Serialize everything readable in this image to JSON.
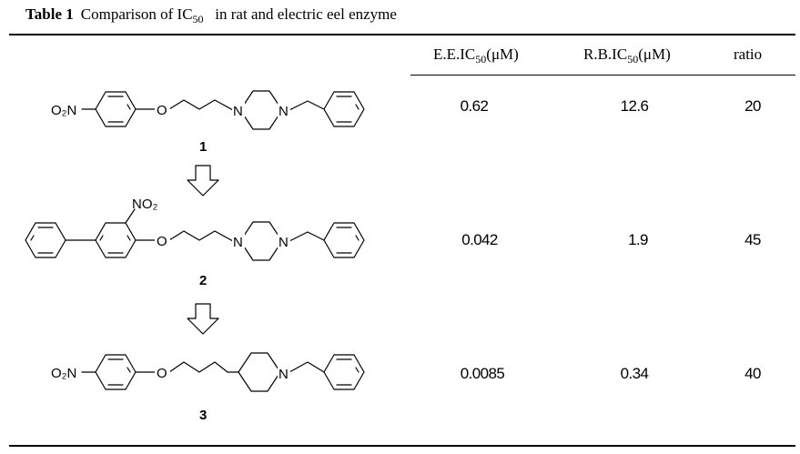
{
  "caption": {
    "label": "Table 1",
    "text_before": "Comparison of IC",
    "sub": "50",
    "text_after": "in rat and electric eel enzyme"
  },
  "headers": {
    "ee_prefix": "E.E.IC",
    "ee_sub": "50",
    "ee_unit": "(μM)",
    "rb_prefix": "R.B.IC",
    "rb_sub": "50",
    "rb_unit": "(μM)",
    "ratio": "ratio"
  },
  "rows": [
    {
      "compound": "1",
      "ee": "0.62",
      "rb": "12.6",
      "ratio": "20"
    },
    {
      "compound": "2",
      "ee": "0.042",
      "rb": "1.9",
      "ratio": "45"
    },
    {
      "compound": "3",
      "ee": "0.0085",
      "rb": "0.34",
      "ratio": "40"
    }
  ],
  "structure_labels": {
    "no2_left": "O₂N",
    "no2_top": "NO₂",
    "oxygen": "O",
    "nitrogen": "N"
  }
}
